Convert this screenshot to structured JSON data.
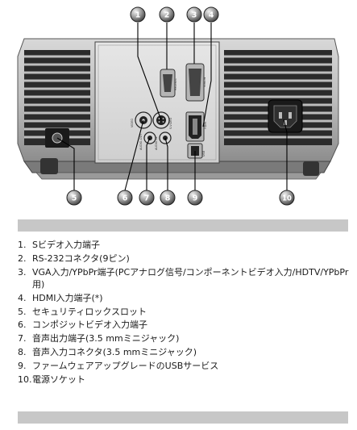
{
  "figure": {
    "callouts": [
      "1",
      "2",
      "3",
      "4",
      "5",
      "6",
      "7",
      "8",
      "9",
      "10"
    ],
    "port_labels": {
      "svideo": "S-VIDEO",
      "rs232": "RS-232C",
      "vga": "VGA-IN",
      "hdmi": "HDMI",
      "video": "VIDEO",
      "audio_out": "AUDIO-OUT",
      "audio_in": "AUDIO-IN",
      "usb": "USB"
    }
  },
  "legend": [
    {
      "num": "1.",
      "text": "Sビデオ入力端子"
    },
    {
      "num": "2.",
      "text": "RS-232コネクタ(9ピン)"
    },
    {
      "num": "3.",
      "text": "VGA入力/YPbPr端子(PCアナログ信号/コンポーネントビデオ入力/HDTV/YPbPr用)"
    },
    {
      "num": "4.",
      "text": "HDMI入力端子(*)"
    },
    {
      "num": "5.",
      "text": "セキュリティロックスロット"
    },
    {
      "num": "6.",
      "text": "コンポジットビデオ入力端子"
    },
    {
      "num": "7.",
      "text": "音声出力端子(3.5 mmミニジャック)"
    },
    {
      "num": "8.",
      "text": "音声入力コネクタ(3.5 mmミニジャック)"
    },
    {
      "num": "9.",
      "text": "ファームウェアアップグレードのUSBサービス"
    },
    {
      "num": "10.",
      "text": "電源ソケット"
    }
  ]
}
